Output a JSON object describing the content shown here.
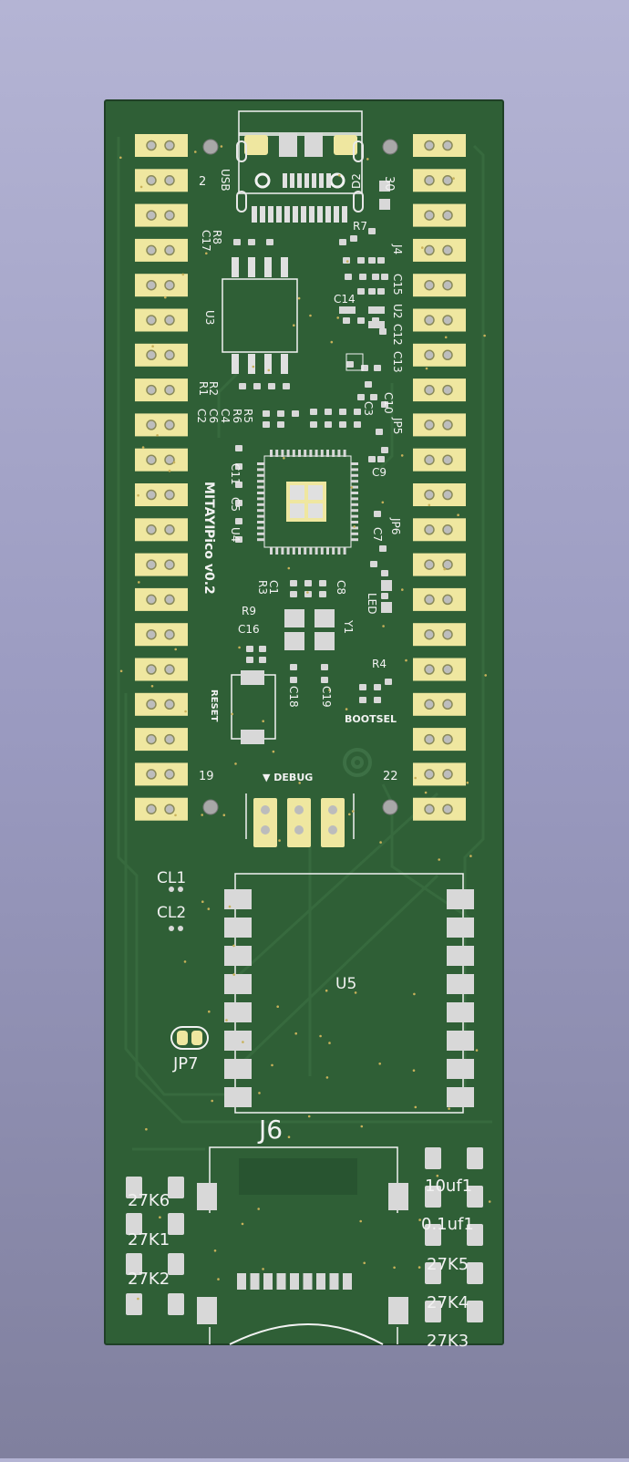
{
  "viewer": {
    "title": "3D Viewer",
    "background_top": "#b4b4d4",
    "background_bottom": "#80809e"
  },
  "board": {
    "mask_color": "#2f5f36",
    "pad_color": "#efe7a0",
    "silk_color": "#f2f2f2",
    "title_line1": "MITAYI",
    "title_line2": "Pico v0.2",
    "left_pin_labels": [
      "2",
      "19"
    ],
    "right_pin_labels": [
      "30",
      "22"
    ],
    "top_labels": [
      "USB",
      "D2",
      "R7",
      "R8",
      "C17",
      "U3",
      "J4",
      "C14",
      "C15",
      "U2",
      "C12",
      "C13"
    ],
    "mid_labels": [
      "R2",
      "R1",
      "C2",
      "C6",
      "C4",
      "R6",
      "R5",
      "C3",
      "C10",
      "JP5",
      "C9",
      "C11",
      "C5",
      "U4",
      "JP6",
      "C7",
      "C1",
      "R3",
      "C8",
      "LED",
      "R9",
      "C16",
      "Y1",
      "R4",
      "C18",
      "C19",
      "RESET",
      "BOOTSEL"
    ],
    "debug_label": "▼ DEBUG",
    "lower_labels": [
      "CL1",
      "CL2",
      "U5",
      "JP7",
      "J6"
    ],
    "resistor_labels_left": [
      "27K6",
      "27K1",
      "27K2"
    ],
    "resistor_labels_right": [
      "10uf1",
      "0.1uf1",
      "27K5",
      "27K4",
      "27K3"
    ]
  }
}
